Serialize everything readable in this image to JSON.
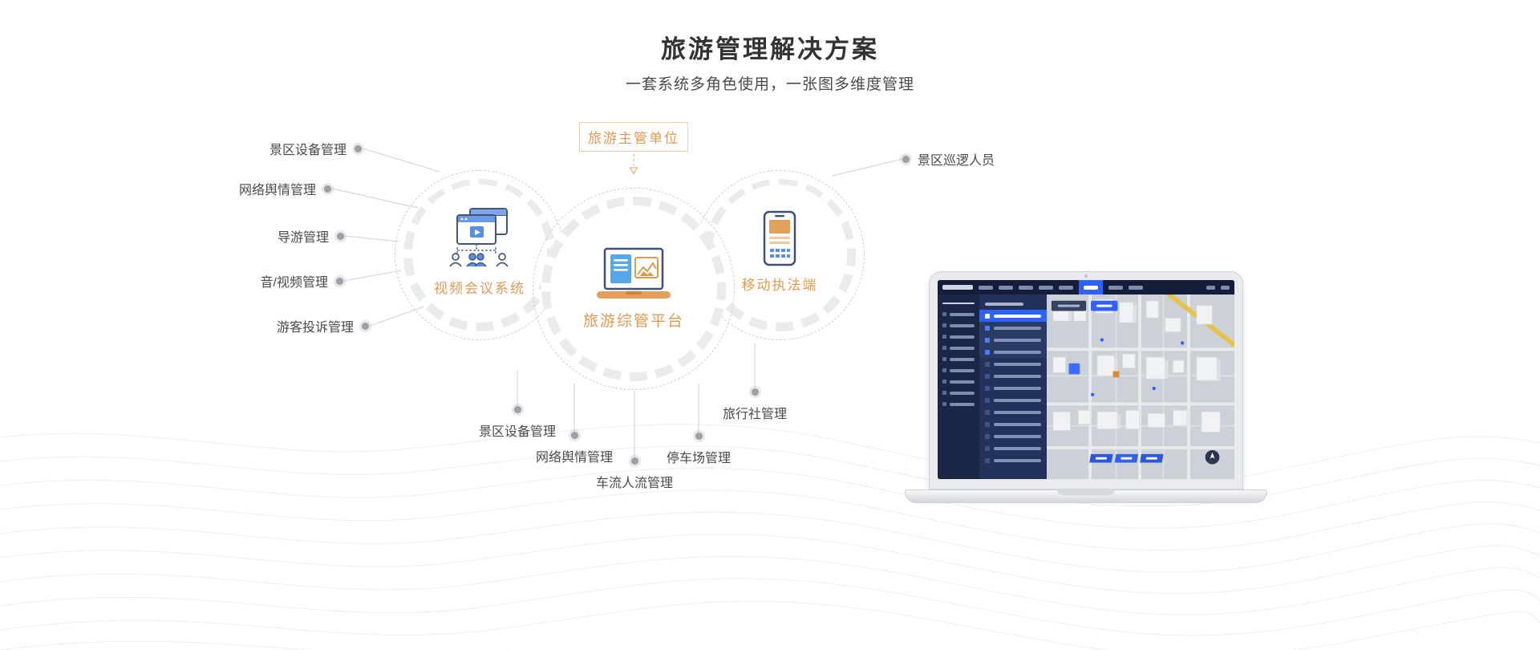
{
  "header": {
    "title": "旅游管理解决方案",
    "subtitle": "一套系统多角色使用，一张图多维度管理"
  },
  "diagram": {
    "authority_box": "旅游主管单位",
    "nodes": {
      "video": {
        "label": "视频会议系统",
        "icon": "video-conference-icon"
      },
      "platform": {
        "label": "旅游综管平台",
        "icon": "laptop-dashboard-icon"
      },
      "mobile": {
        "label": "移动执法端",
        "icon": "mobile-enforcement-icon"
      }
    },
    "left_labels": [
      "景区设备管理",
      "网络舆情管理",
      "导游管理",
      "音/视频管理",
      "游客投诉管理"
    ],
    "right_labels": [
      "景区巡逻人员"
    ],
    "bottom_labels": [
      "景区设备管理",
      "网络舆情管理",
      "车流人流管理",
      "停车场管理",
      "旅行社管理"
    ]
  },
  "laptop": {
    "content": "smart-tourism-dashboard-with-3d-map"
  },
  "colors": {
    "accent_orange": "#E19A53",
    "title_text": "#333333",
    "label_text": "#4A4A4A",
    "connector_gray": "#D9D9D9",
    "dot_gray": "#9AA0A6",
    "icon_navy": "#45557A",
    "icon_blue": "#5A8FE0",
    "dash_dark": "#141E38",
    "highlight_blue": "#2E62FF",
    "map_bg": "#CCD1D8",
    "road_yellow": "#E7C14E"
  }
}
